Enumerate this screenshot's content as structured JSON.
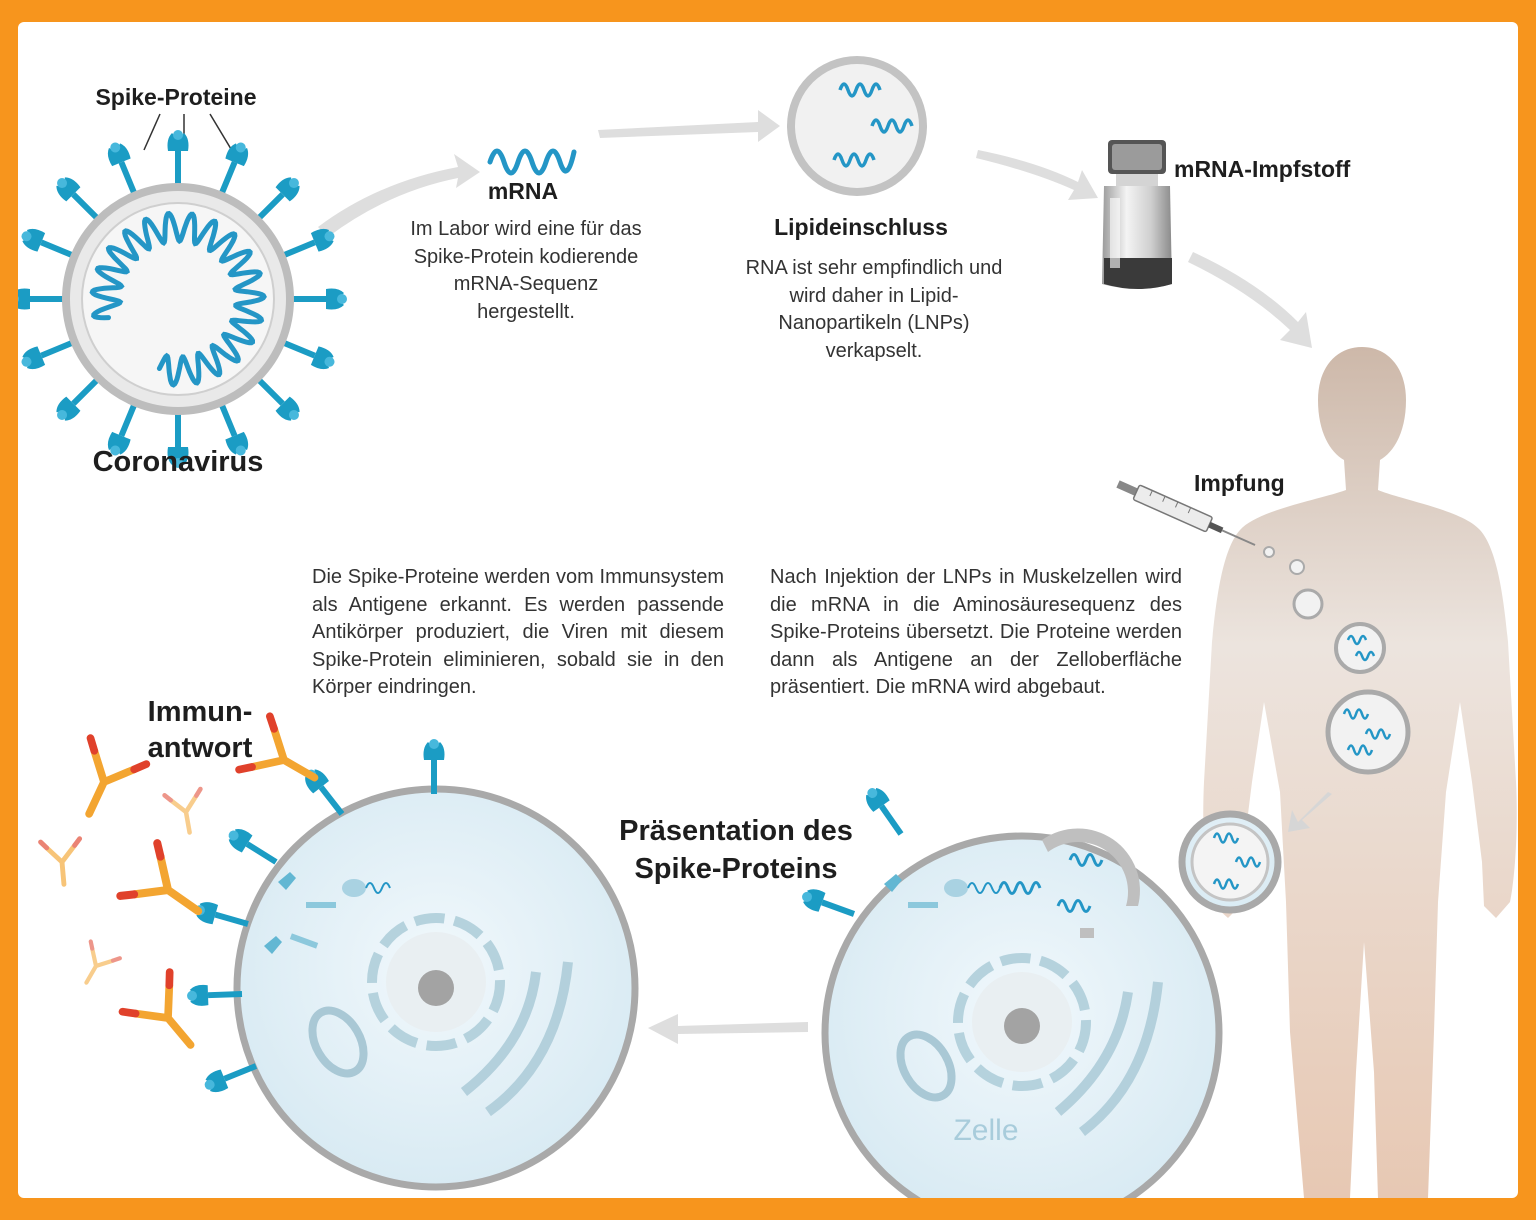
{
  "labels": {
    "spike_proteins": "Spike-Proteine",
    "coronavirus": "Coronavirus",
    "mrna": "mRNA",
    "mrna_desc": "Im Labor wird eine für das Spike-Protein kodierende mRNA-Sequenz hergestellt.",
    "lipid": "Lipideinschluss",
    "lipid_desc": "RNA ist sehr empfindlich und wird daher in Lipid-Nanopartikeln (LNPs) verkapselt.",
    "vaccine": "mRNA-Impfstoff",
    "vaccination": "Impfung",
    "injection_desc": "Nach Injektion der LNPs in Muskelzellen wird die mRNA in die Aminosäuresequenz des Spike-Proteins übersetzt. Die Proteine werden dann als Antigene an der Zelloberfläche präsentiert. Die mRNA wird abgebaut.",
    "immune_desc": "Die Spike-Proteine werden vom Immunsystem als Antigene erkannt. Es werden passende Antikörper produziert, die Viren mit diesem Spike-Protein eliminieren, sobald sie in den Körper eindringen.",
    "immune_response": "Immun-\nantwort",
    "presentation": "Präsentation des\nSpike-Proteins",
    "cell": "Zelle"
  },
  "colors": {
    "border": "#f7951d",
    "spike": "#1b9cc4",
    "rna": "#2496c6",
    "membrane": "#b9b9b9",
    "cell_fill": "#e3f1f8",
    "organelle": "#9fc6d6",
    "antibody": "#f3a531",
    "antibody_tip": "#e0412b",
    "body": "#e6c9b3"
  }
}
